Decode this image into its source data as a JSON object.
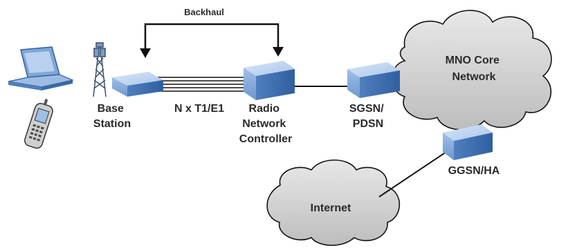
{
  "diagram": {
    "labels": {
      "backhaul": "Backhaul",
      "base_station": [
        "Base",
        "Station"
      ],
      "link": "N x T1/E1",
      "rnc": [
        "Radio",
        "Network",
        "Controller"
      ],
      "sgsn": [
        "SGSN/",
        "PDSN"
      ],
      "core": [
        "MNO Core",
        "Network"
      ],
      "ggsn": "GGSN/HA",
      "internet": "Internet"
    },
    "colors": {
      "box_front": "#8fb3dd",
      "box_top": "#bcd3ee",
      "box_side": "#4f7fbf",
      "cloud": "#d4d4d4",
      "line": "#111111",
      "text": "#2a2a2a"
    },
    "icons": [
      "laptop-icon",
      "cell-tower-icon",
      "mobile-phone-icon"
    ]
  }
}
